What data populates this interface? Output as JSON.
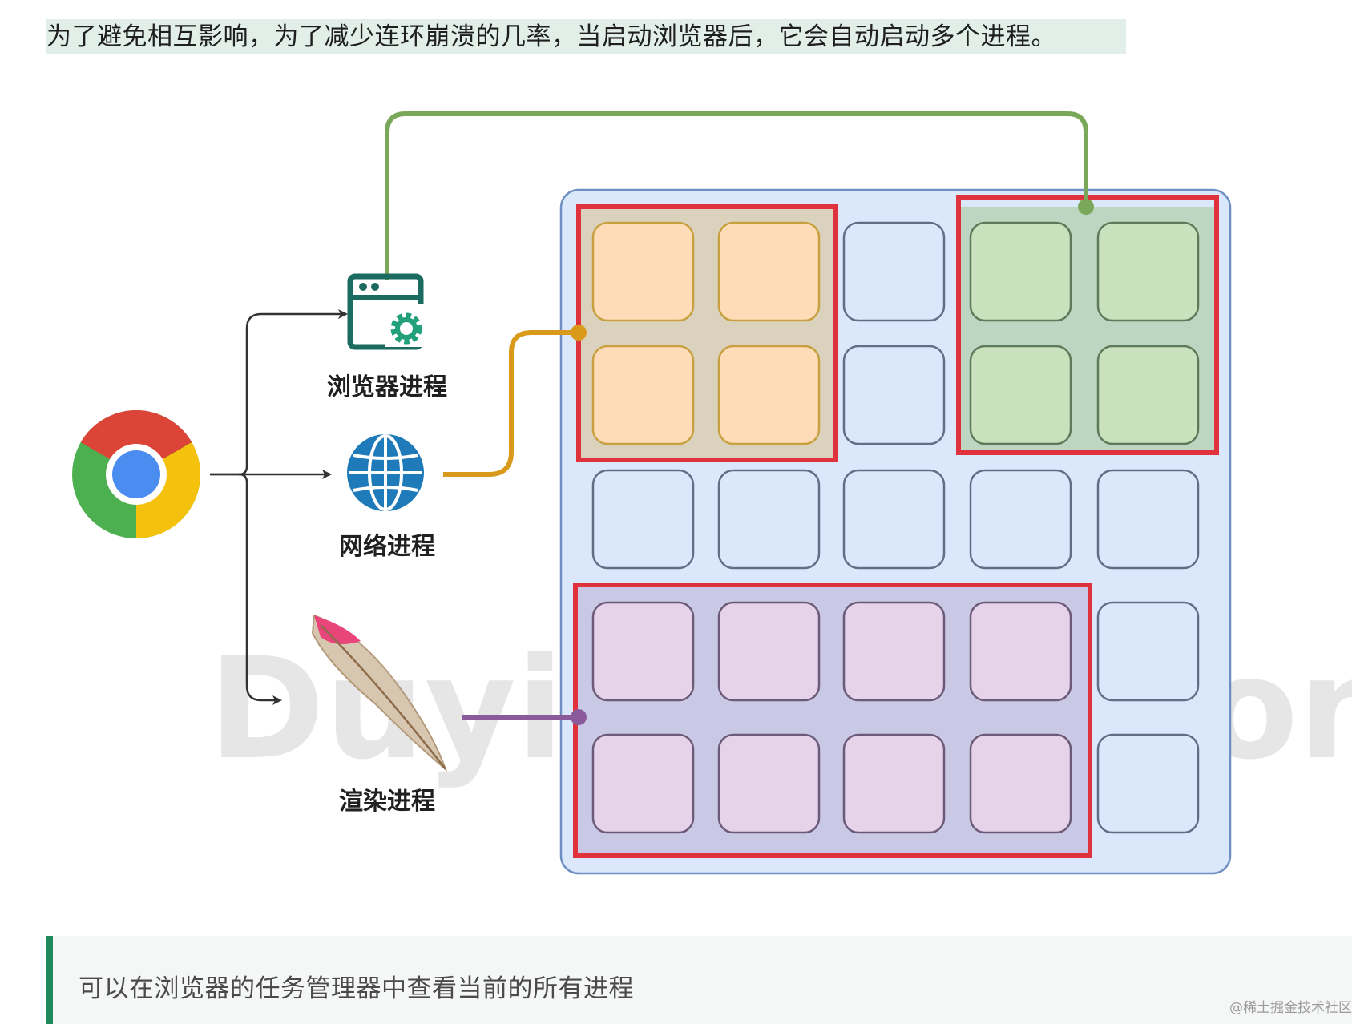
{
  "top_note": "为了避免相互影响，为了减少连环崩溃的几率，当启动浏览器后，它会自动启动多个进程。",
  "processes": {
    "browser": {
      "label": "浏览器进程",
      "icon": "browser-settings-icon"
    },
    "network": {
      "label": "网络进程",
      "icon": "globe-icon"
    },
    "renderer": {
      "label": "渲染进程",
      "icon": "feather-icon"
    }
  },
  "start_icon": "chrome-icon",
  "groups": {
    "browser_color": "#98c07a",
    "network_color": "#d99a1c",
    "renderer_color": "#8a5a9a",
    "highlight_border": "#e0323c"
  },
  "watermark": {
    "text": "Duyi Education"
  },
  "bottom_callout": "可以在浏览器的任务管理器中查看当前的所有进程",
  "footer_credit": "@稀土掘金技术社区"
}
